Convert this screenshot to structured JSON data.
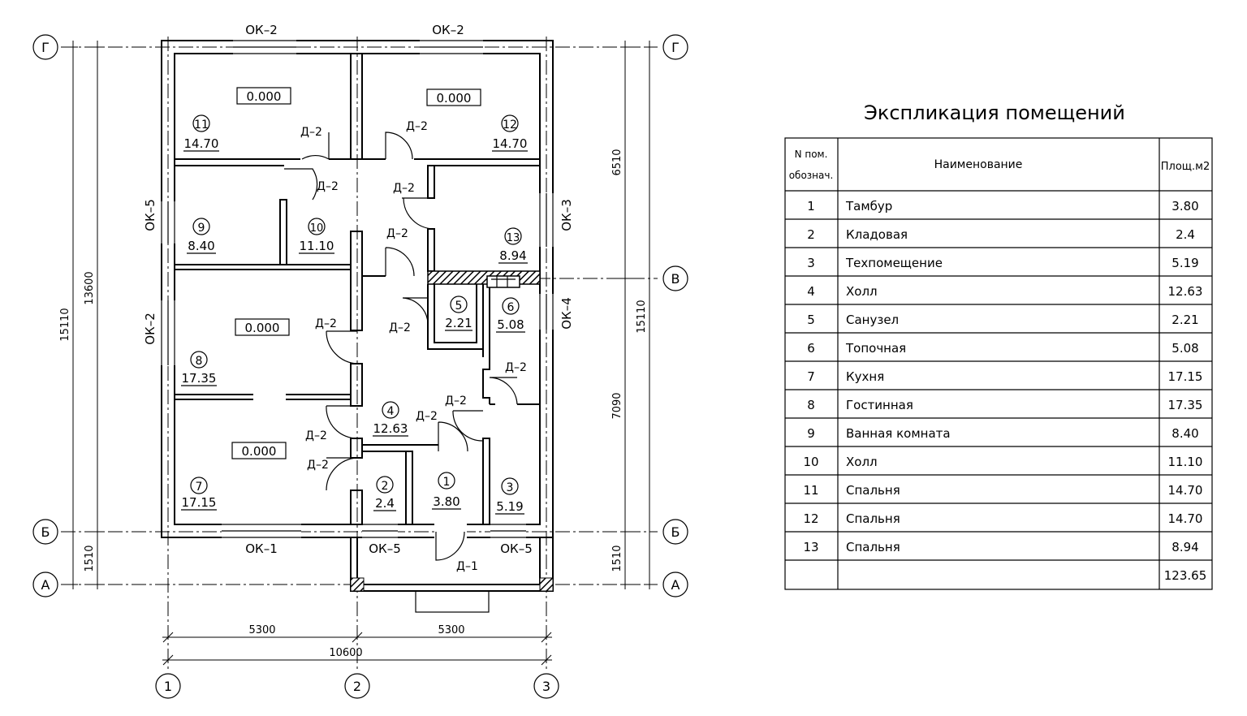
{
  "plan": {
    "window_labels": {
      "top_left": "ОК–2",
      "top_right": "ОК–2",
      "left_upper": "ОК–5",
      "left_lower": "ОК–2",
      "right_upper": "ОК–3",
      "right_lower": "ОК–4",
      "bottom_left": "ОК–1",
      "bottom_mid": "ОК–5",
      "bottom_right": "ОК–5"
    },
    "door_label": "Д–2",
    "entry_door_label": "Д–1",
    "level_mark": "0.000",
    "rooms": [
      {
        "num": "1",
        "area": "3.80"
      },
      {
        "num": "2",
        "area": "2.4"
      },
      {
        "num": "3",
        "area": "5.19"
      },
      {
        "num": "4",
        "area": "12.63"
      },
      {
        "num": "5",
        "area": "2.21"
      },
      {
        "num": "6",
        "area": "5.08"
      },
      {
        "num": "7",
        "area": "17.15"
      },
      {
        "num": "8",
        "area": "17.35"
      },
      {
        "num": "9",
        "area": "8.40"
      },
      {
        "num": "10",
        "area": "11.10"
      },
      {
        "num": "11",
        "area": "14.70"
      },
      {
        "num": "12",
        "area": "14.70"
      },
      {
        "num": "13",
        "area": "8.94"
      }
    ],
    "axes_letters": [
      "Г",
      "В",
      "Б",
      "А"
    ],
    "axes_numbers": [
      "1",
      "2",
      "3"
    ],
    "dims": {
      "left_outer": "15110",
      "left_inner": "13600",
      "left_bottom": "1510",
      "right_top": "6510",
      "right_mid": "7090",
      "right_bottom": "1510",
      "right_outer": "15110",
      "bottom_left": "5300",
      "bottom_right": "5300",
      "bottom_total": "10600"
    }
  },
  "table": {
    "title": "Экспликация помещений",
    "header_num_line1": "N пом.",
    "header_num_line2": "обознач.",
    "header_name": "Наименование",
    "header_area": "Площ.м2",
    "rows": [
      {
        "num": "1",
        "name": "Тамбур",
        "area": "3.80"
      },
      {
        "num": "2",
        "name": "Кладовая",
        "area": "2.4"
      },
      {
        "num": "3",
        "name": "Техпомещение",
        "area": "5.19"
      },
      {
        "num": "4",
        "name": "Холл",
        "area": "12.63"
      },
      {
        "num": "5",
        "name": "Санузел",
        "area": "2.21"
      },
      {
        "num": "6",
        "name": "Топочная",
        "area": "5.08"
      },
      {
        "num": "7",
        "name": "Кухня",
        "area": "17.15"
      },
      {
        "num": "8",
        "name": "Гостинная",
        "area": "17.35"
      },
      {
        "num": "9",
        "name": "Ванная комната",
        "area": "8.40"
      },
      {
        "num": "10",
        "name": "Холл",
        "area": "11.10"
      },
      {
        "num": "11",
        "name": "Спальня",
        "area": "14.70"
      },
      {
        "num": "12",
        "name": "Спальня",
        "area": "14.70"
      },
      {
        "num": "13",
        "name": "Спальня",
        "area": "8.94"
      }
    ],
    "total": "123.65"
  }
}
